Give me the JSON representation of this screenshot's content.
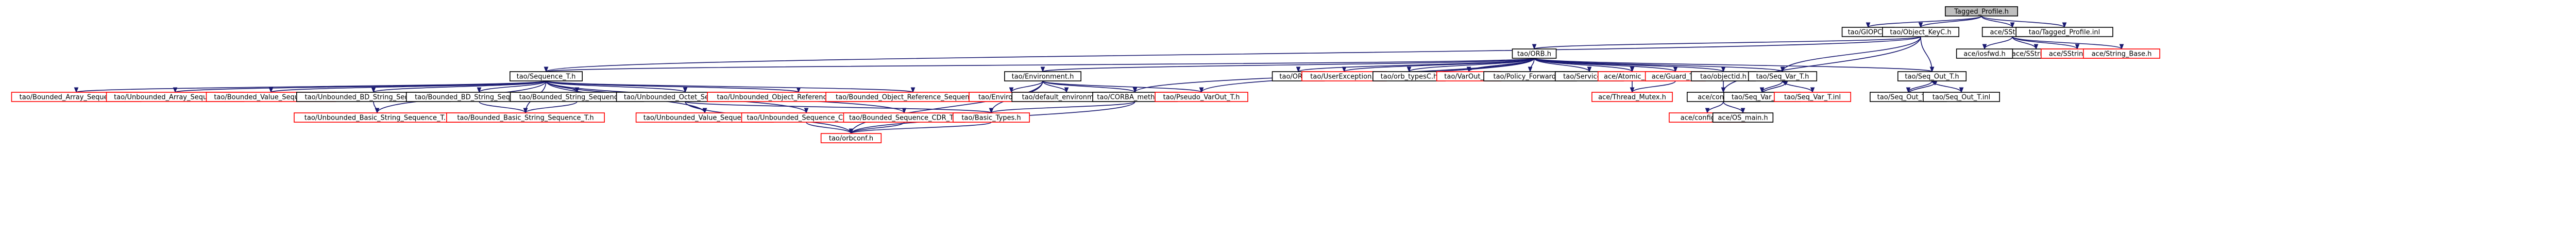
{
  "nodes": [
    {
      "id": "root",
      "label": "Tagged_Profile.h",
      "status": "root"
    },
    {
      "id": "orb_h",
      "label": "tao/ORB.h",
      "status": "normal"
    },
    {
      "id": "giopc",
      "label": "tao/GIOPC.h",
      "status": "normal"
    },
    {
      "id": "objkey",
      "label": "tao/Object_KeyC.h",
      "status": "normal"
    },
    {
      "id": "sstring",
      "label": "ace/SString.h",
      "status": "normal"
    },
    {
      "id": "tagged_inl",
      "label": "tao/Tagged_Profile.inl",
      "status": "normal"
    },
    {
      "id": "seq_t",
      "label": "tao/Sequence_T.h",
      "status": "normal"
    },
    {
      "id": "environment",
      "label": "tao/Environment.h",
      "status": "normal"
    },
    {
      "id": "orb_inl",
      "label": "tao/ORB.inl",
      "status": "normal"
    },
    {
      "id": "userexc",
      "label": "tao/UserException.h",
      "status": "missing"
    },
    {
      "id": "orb_typesc",
      "label": "tao/orb_typesC.h",
      "status": "normal"
    },
    {
      "id": "varout",
      "label": "tao/VarOut_T.h",
      "status": "missing"
    },
    {
      "id": "policy_fwd",
      "label": "tao/Policy_ForwardC.h",
      "status": "normal"
    },
    {
      "id": "servicesc",
      "label": "tao/ServicesC.h",
      "status": "normal"
    },
    {
      "id": "atomic_op",
      "label": "ace/Atomic_Op.h",
      "status": "missing"
    },
    {
      "id": "guard_t",
      "label": "ace/Guard_T.h",
      "status": "missing"
    },
    {
      "id": "objectid",
      "label": "tao/objectid.h",
      "status": "normal"
    },
    {
      "id": "seq_var",
      "label": "tao/Seq_Var_T.h",
      "status": "normal"
    },
    {
      "id": "seq_out",
      "label": "tao/Seq_Out_T.h",
      "status": "normal"
    },
    {
      "id": "sstring_inl",
      "label": "ace/SString.inl",
      "status": "normal"
    },
    {
      "id": "sstringfwd",
      "label": "ace/SStringfwd.h",
      "status": "missing"
    },
    {
      "id": "string_base",
      "label": "ace/String_Base.h",
      "status": "missing"
    },
    {
      "id": "iosfwd",
      "label": "ace/iosfwd.h",
      "status": "normal"
    },
    {
      "id": "b_array",
      "label": "tao/Bounded_Array_Sequence_T.h",
      "status": "missing"
    },
    {
      "id": "u_array",
      "label": "tao/Unbounded_Array_Sequence_T.h",
      "status": "missing"
    },
    {
      "id": "b_value",
      "label": "tao/Bounded_Value_Sequence_T.h",
      "status": "missing"
    },
    {
      "id": "u_bd_string",
      "label": "tao/Unbounded_BD_String_Sequence_T.h",
      "status": "normal"
    },
    {
      "id": "b_bd_string",
      "label": "tao/Bounded_BD_String_Sequence_T.h",
      "status": "normal"
    },
    {
      "id": "b_string",
      "label": "tao/Bounded_String_Sequence_T.h",
      "status": "normal"
    },
    {
      "id": "u_octet",
      "label": "tao/Unbounded_Octet_Sequence_T.h",
      "status": "normal"
    },
    {
      "id": "u_objref",
      "label": "tao/Unbounded_Object_Reference_Sequence_T.h",
      "status": "missing"
    },
    {
      "id": "b_objref",
      "label": "tao/Bounded_Object_Reference_Sequence_T.h",
      "status": "missing"
    },
    {
      "id": "env_inl",
      "label": "tao/Environment.inl",
      "status": "missing"
    },
    {
      "id": "default_env",
      "label": "tao/default_environment.h",
      "status": "normal"
    },
    {
      "id": "corba_methods",
      "label": "tao/CORBA_methods.h",
      "status": "normal"
    },
    {
      "id": "pseudo_varout",
      "label": "tao/Pseudo_VarOut_T.h",
      "status": "missing"
    },
    {
      "id": "thread_mutex",
      "label": "ace/Thread_Mutex.h",
      "status": "missing"
    },
    {
      "id": "config_all",
      "label": "ace/config-all.h",
      "status": "normal"
    },
    {
      "id": "seq_var_cpp",
      "label": "tao/Seq_Var_T.cpp",
      "status": "normal"
    },
    {
      "id": "seq_var_inl",
      "label": "tao/Seq_Var_T.inl",
      "status": "missing"
    },
    {
      "id": "seq_out_cpp",
      "label": "tao/Seq_Out_T.cpp",
      "status": "normal"
    },
    {
      "id": "seq_out_inl",
      "label": "tao/Seq_Out_T.inl",
      "status": "normal"
    },
    {
      "id": "u_basic_string",
      "label": "tao/Unbounded_Basic_String_Sequence_T.h",
      "status": "missing"
    },
    {
      "id": "b_basic_string",
      "label": "tao/Bounded_Basic_String_Sequence_T.h",
      "status": "missing"
    },
    {
      "id": "u_value",
      "label": "tao/Unbounded_Value_Sequence_T.h",
      "status": "missing"
    },
    {
      "id": "u_seq_cdr",
      "label": "tao/Unbounded_Sequence_CDR_T.h",
      "status": "missing"
    },
    {
      "id": "b_seq_cdr",
      "label": "tao/Bounded_Sequence_CDR_T.h",
      "status": "missing"
    },
    {
      "id": "basic_types",
      "label": "tao/Basic_Types.h",
      "status": "missing"
    },
    {
      "id": "config_h",
      "label": "ace/config-lite.h",
      "status": "missing"
    },
    {
      "id": "os_main",
      "label": "ace/OS_main.h",
      "status": "normal"
    },
    {
      "id": "orbconf",
      "label": "tao/orbconf.h",
      "status": "missing"
    }
  ],
  "edges": [
    [
      "root",
      "giopc"
    ],
    [
      "root",
      "objkey"
    ],
    [
      "root",
      "sstring"
    ],
    [
      "root",
      "tagged_inl"
    ],
    [
      "objkey",
      "orb_h"
    ],
    [
      "objkey",
      "seq_t"
    ],
    [
      "objkey",
      "seq_var"
    ],
    [
      "objkey",
      "seq_out"
    ],
    [
      "objkey",
      "config_all"
    ],
    [
      "sstring",
      "iosfwd"
    ],
    [
      "sstring",
      "sstring_inl"
    ],
    [
      "sstring",
      "sstringfwd"
    ],
    [
      "sstring",
      "string_base"
    ],
    [
      "orb_h",
      "seq_t"
    ],
    [
      "orb_h",
      "environment"
    ],
    [
      "orb_h",
      "orb_inl"
    ],
    [
      "orb_h",
      "userexc"
    ],
    [
      "orb_h",
      "orb_typesc"
    ],
    [
      "orb_h",
      "varout"
    ],
    [
      "orb_h",
      "policy_fwd"
    ],
    [
      "orb_h",
      "servicesc"
    ],
    [
      "orb_h",
      "atomic_op"
    ],
    [
      "orb_h",
      "guard_t"
    ],
    [
      "orb_h",
      "objectid"
    ],
    [
      "orb_h",
      "seq_var"
    ],
    [
      "orb_h",
      "seq_out"
    ],
    [
      "orb_h",
      "corba_methods"
    ],
    [
      "orb_h",
      "pseudo_varout"
    ],
    [
      "seq_t",
      "b_array"
    ],
    [
      "seq_t",
      "u_array"
    ],
    [
      "seq_t",
      "b_value"
    ],
    [
      "seq_t",
      "u_bd_string"
    ],
    [
      "seq_t",
      "b_bd_string"
    ],
    [
      "seq_t",
      "b_string"
    ],
    [
      "seq_t",
      "u_octet"
    ],
    [
      "seq_t",
      "u_objref"
    ],
    [
      "seq_t",
      "b_objref"
    ],
    [
      "seq_t",
      "u_basic_string"
    ],
    [
      "seq_t",
      "b_basic_string"
    ],
    [
      "seq_t",
      "u_value"
    ],
    [
      "seq_t",
      "u_seq_cdr"
    ],
    [
      "seq_t",
      "b_seq_cdr"
    ],
    [
      "u_bd_string",
      "u_basic_string"
    ],
    [
      "b_bd_string",
      "b_basic_string"
    ],
    [
      "b_string",
      "b_basic_string"
    ],
    [
      "u_octet",
      "u_value"
    ],
    [
      "u_octet",
      "basic_types"
    ],
    [
      "u_octet",
      "orbconf"
    ],
    [
      "u_seq_cdr",
      "orbconf"
    ],
    [
      "b_seq_cdr",
      "orbconf"
    ],
    [
      "environment",
      "env_inl"
    ],
    [
      "environment",
      "default_env"
    ],
    [
      "environment",
      "corba_methods"
    ],
    [
      "environment",
      "pseudo_varout"
    ],
    [
      "environment",
      "basic_types"
    ],
    [
      "environment",
      "orbconf"
    ],
    [
      "corba_methods",
      "basic_types"
    ],
    [
      "corba_methods",
      "orbconf"
    ],
    [
      "basic_types",
      "orbconf"
    ],
    [
      "atomic_op",
      "thread_mutex"
    ],
    [
      "guard_t",
      "thread_mutex"
    ],
    [
      "objectid",
      "config_all"
    ],
    [
      "config_all",
      "config_h"
    ],
    [
      "config_all",
      "os_main"
    ],
    [
      "seq_var",
      "seq_var_cpp"
    ],
    [
      "seq_var",
      "seq_var_inl"
    ],
    [
      "seq_var_cpp",
      "seq_var"
    ],
    [
      "seq_out",
      "seq_out_cpp"
    ],
    [
      "seq_out",
      "seq_out_inl"
    ],
    [
      "seq_out_cpp",
      "seq_out"
    ]
  ]
}
